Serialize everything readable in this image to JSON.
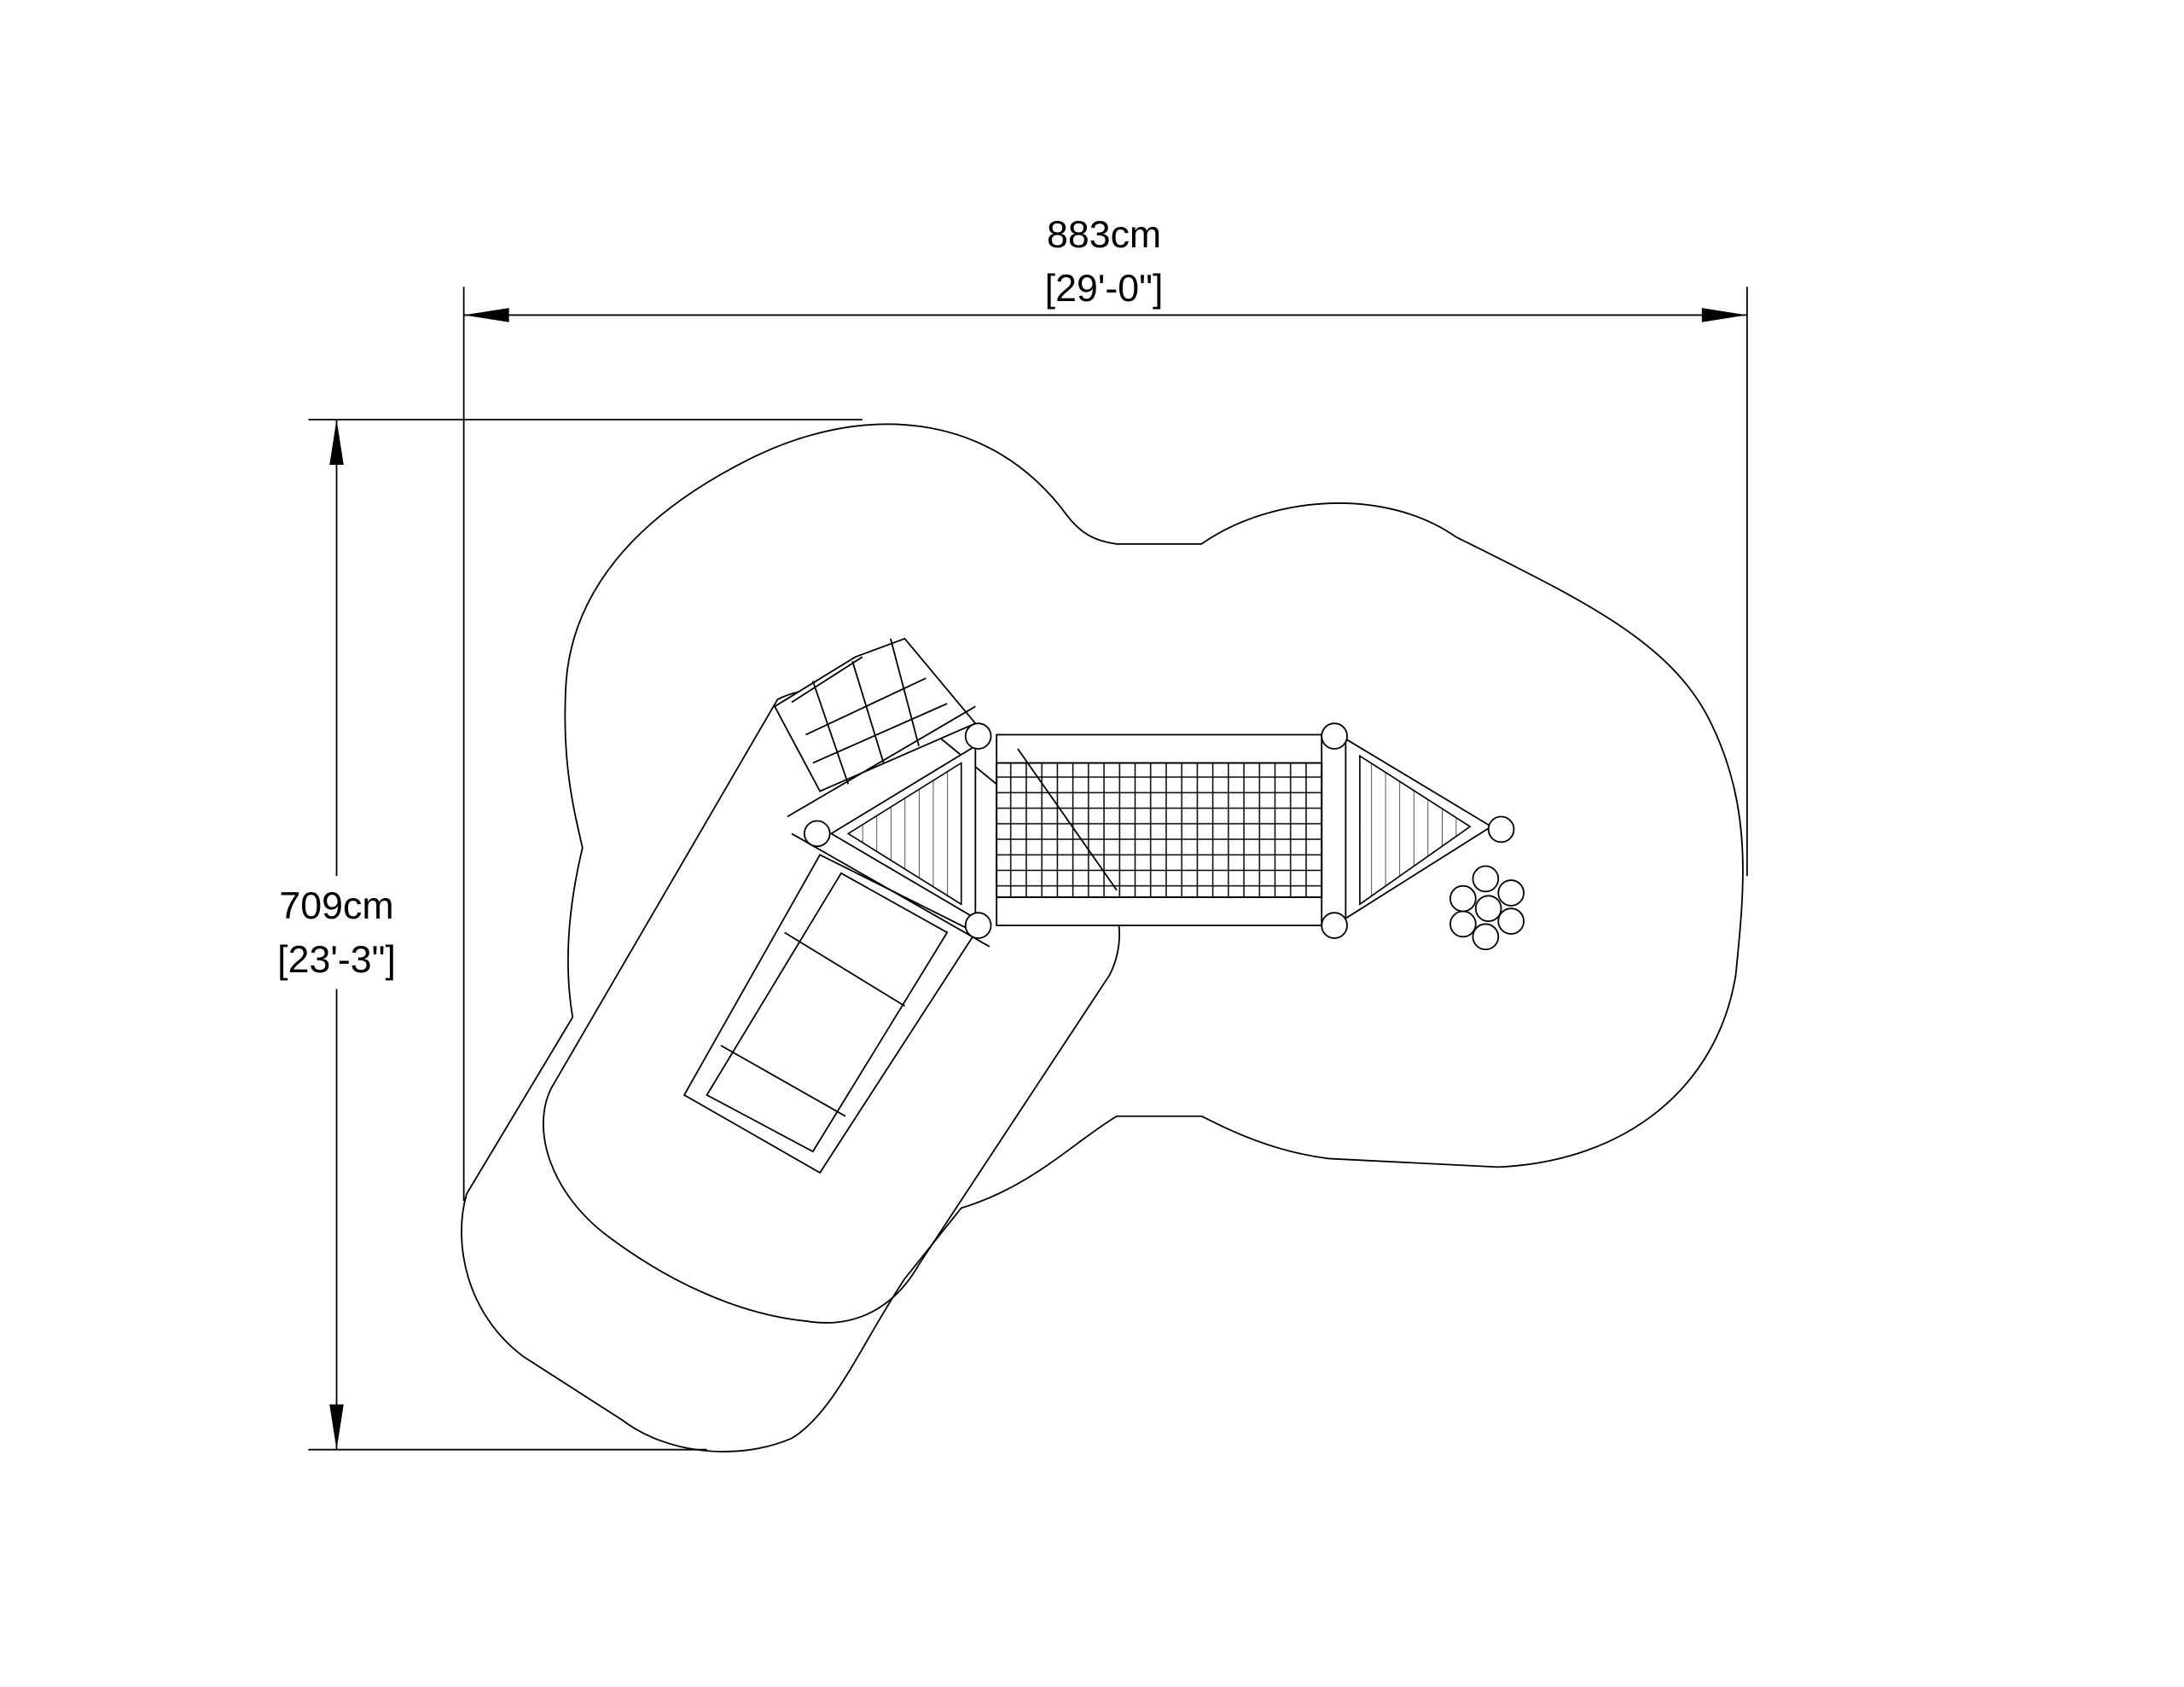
{
  "drawing": {
    "width_dimension": {
      "metric": "883cm",
      "imperial": "[29'-0\"]"
    },
    "height_dimension": {
      "metric": "709cm",
      "imperial": "[23'-3\"]"
    },
    "line_color": "#000000",
    "background_color": "#ffffff"
  }
}
